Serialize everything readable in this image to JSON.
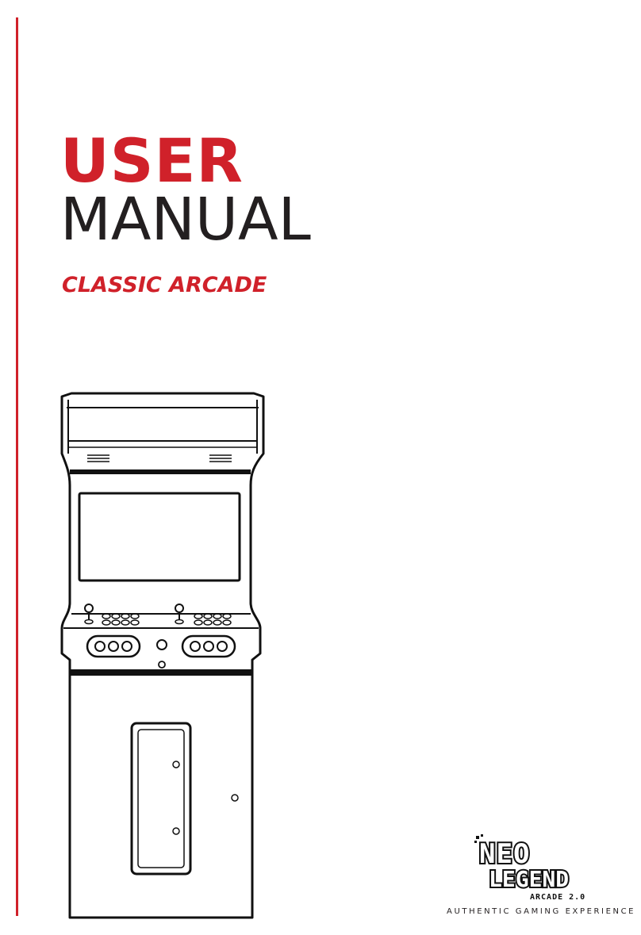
{
  "document": {
    "title_line1": "USER",
    "title_line2": "MANUAL",
    "subtitle": "CLASSIC ARCADE"
  },
  "brand": {
    "logo_word1": "NEO",
    "logo_word2": "LEGEND",
    "logo_sub": "ARCADE 2.0",
    "tagline": "AUTHENTIC GAMING EXPERIENCE"
  },
  "illustration": {
    "subject": "arcade-cabinet-icon"
  },
  "colors": {
    "accent": "#d0212a",
    "text": "#231f20",
    "background": "#ffffff"
  }
}
